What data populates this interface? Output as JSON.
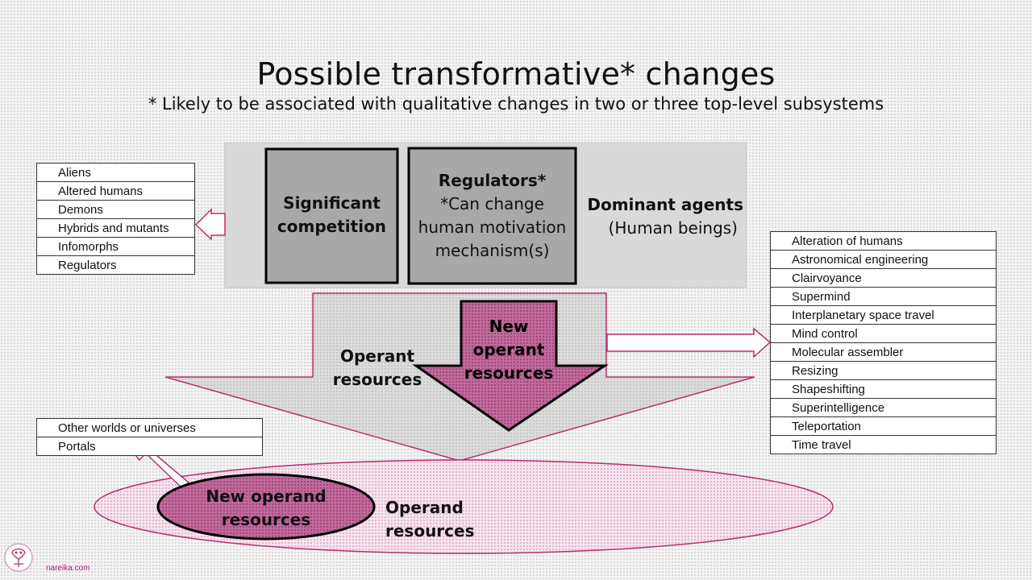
{
  "title": "Possible transformative* changes",
  "subtitle": "* Likely to be associated with qualitative changes in two or three top-level subsystems",
  "agents": {
    "competition": "Significant competition",
    "regulators_title": "Regulators*",
    "regulators_note": "*Can change human motivation mechanism(s)",
    "dominant_title": "Dominant agents",
    "dominant_sub": "(Human beings)"
  },
  "resources": {
    "operant": "Operant resources",
    "new_operant": "New operant resources",
    "operand": "Operand resources",
    "new_operand": "New operand resources"
  },
  "agent_types": [
    "Aliens",
    "Altered humans",
    "Demons",
    "Hybrids and mutants",
    "Infomorphs",
    "Regulators"
  ],
  "capabilities": [
    "Alteration of humans",
    "Astronomical engineering",
    "Clairvoyance",
    "Supermind",
    "Interplanetary space travel",
    "Mind control",
    "Molecular assembler",
    "Resizing",
    "Shapeshifting",
    "Superintelligence",
    "Teleportation",
    "Time travel"
  ],
  "places": [
    "Other worlds or universes",
    "Portals"
  ],
  "footer": "nareika.com",
  "colors": {
    "accent": "#b5306e",
    "box_gray": "#a8a8a8",
    "panel_gray": "#d9d9d9"
  }
}
